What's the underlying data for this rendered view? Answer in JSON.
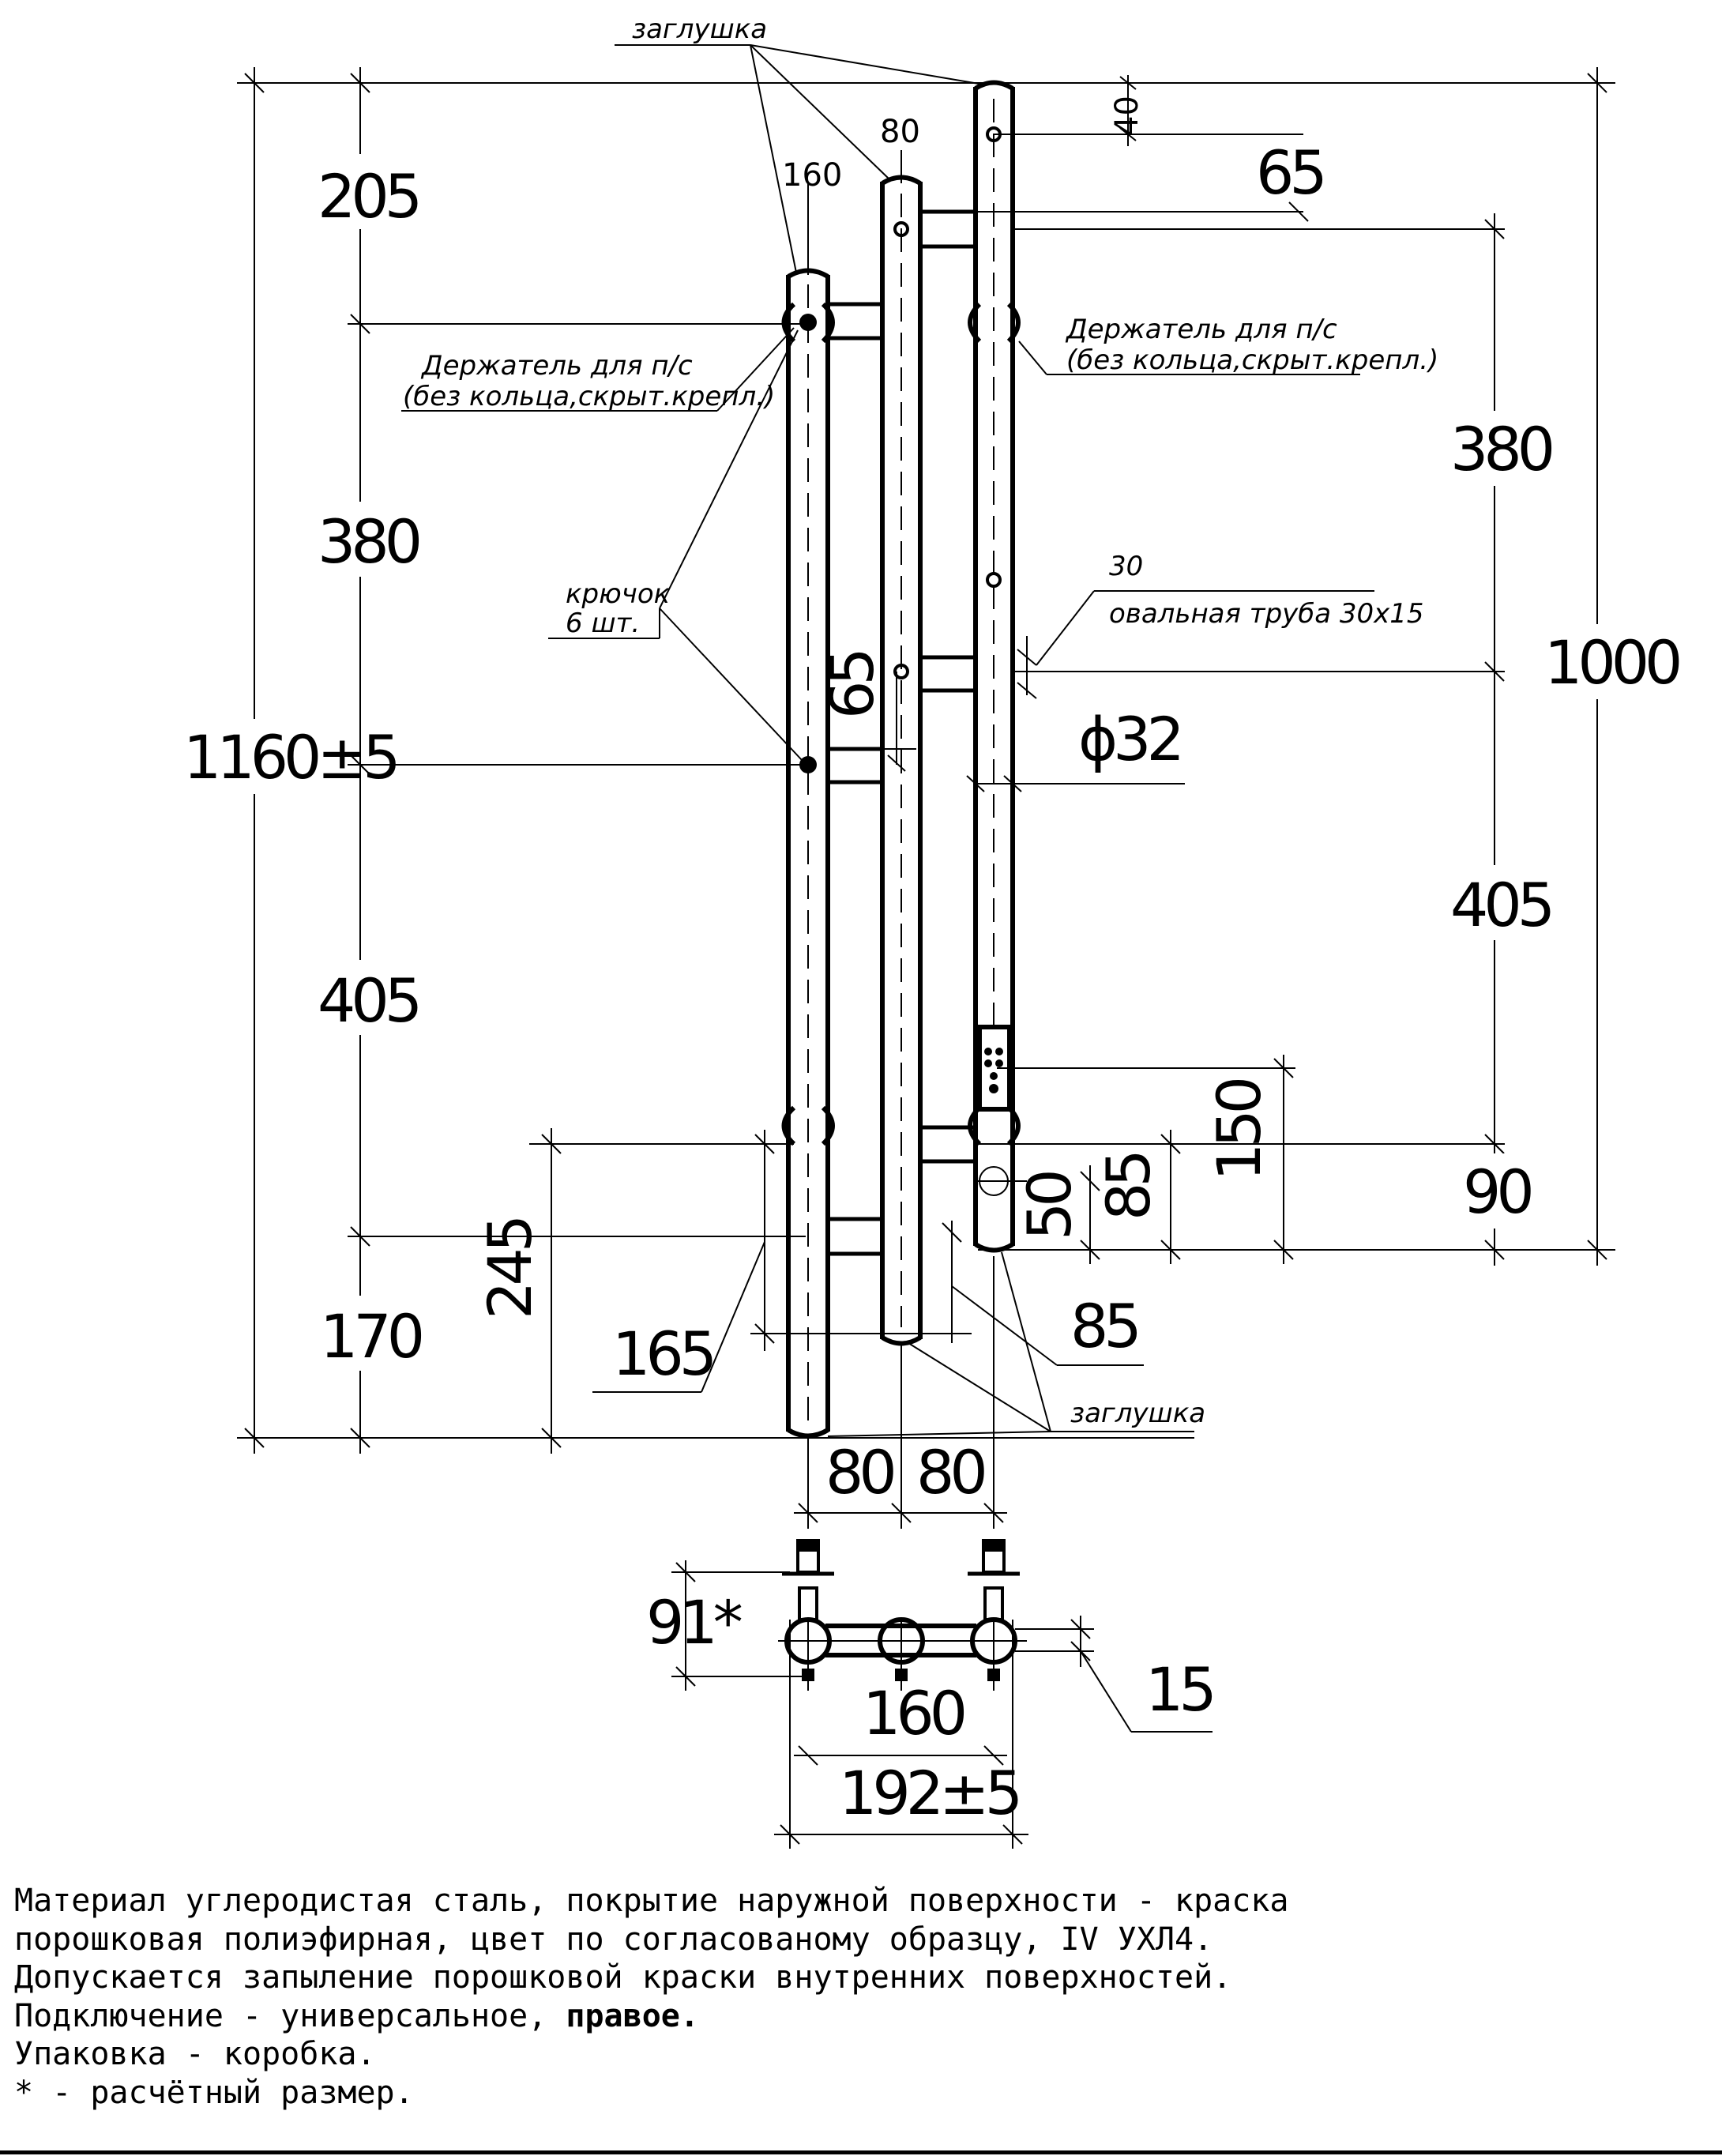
{
  "labels": {
    "plug_top": "заглушка",
    "plug_bottom": "заглушка",
    "holder_left_line1": "Держатель для п/с",
    "holder_left_line2": "(без кольца,скрыт.крепл.)",
    "holder_right_line1": "Держатель для п/с",
    "holder_right_line2": "(без кольца,скрыт.крепл.)",
    "hook_line1": "крючок",
    "hook_line2": "6 шт.",
    "oval_size": "30",
    "oval_pipe": "овальная труба 30х15"
  },
  "dimensions": {
    "d205": "205",
    "d380_left": "380",
    "d405_left": "405",
    "d170": "170",
    "d1160": "1160±5",
    "d160_top": "160",
    "d80_top": "80",
    "d40": "40",
    "d65_top": "65",
    "d380_right": "380",
    "d1000": "1000",
    "d65_mid": "65",
    "d32": "ϕ32",
    "d405_right": "405",
    "d150": "150",
    "d90": "90",
    "d85_right": "85",
    "d50": "50",
    "d245": "245",
    "d165": "165",
    "d85_bottom": "85",
    "d80_a": "80",
    "d80_b": "80",
    "d91": "91*",
    "d15": "15",
    "d160_bottom": "160",
    "d192": "192±5"
  },
  "notes": {
    "line1": "Материал углеродистая сталь, покрытие наружной поверхности - краска",
    "line2": "порошковая полиэфирная, цвет по согласованому образцу, IV УХЛ4.",
    "line3": "Допускается запыление порошковой краски внутренних поверхностей.",
    "line4_prefix": "Подключение - универсальное, ",
    "line4_bold": "правое.",
    "line5": "Упаковка - коробка.",
    "line6": "* - расчётный размер."
  }
}
